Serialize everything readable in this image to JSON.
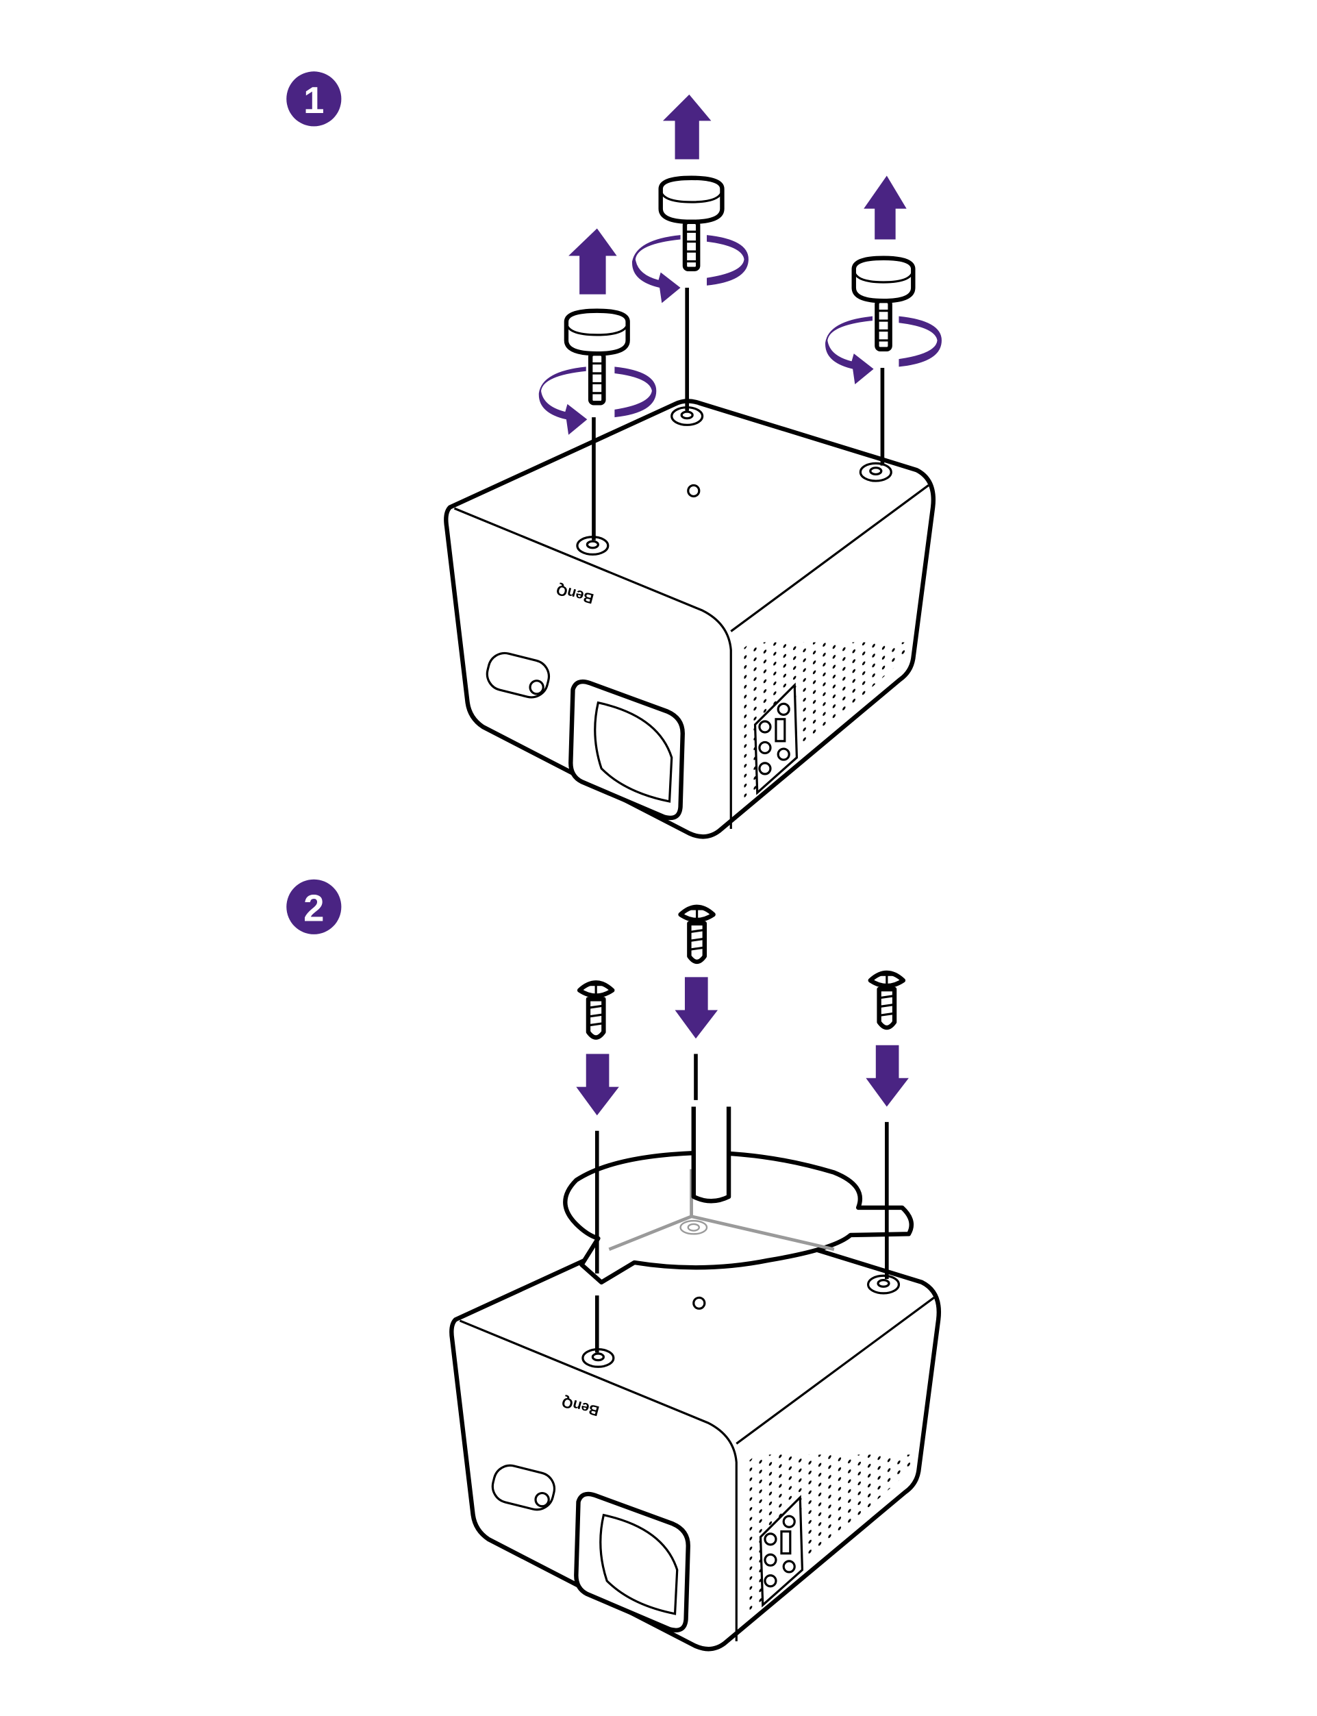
{
  "steps": [
    {
      "number": "1"
    },
    {
      "number": "2"
    }
  ],
  "brand_logo": "BenQ",
  "colors": {
    "accent": "#4a2483",
    "outline": "#000000",
    "guide_gray": "#9a9a9a"
  }
}
